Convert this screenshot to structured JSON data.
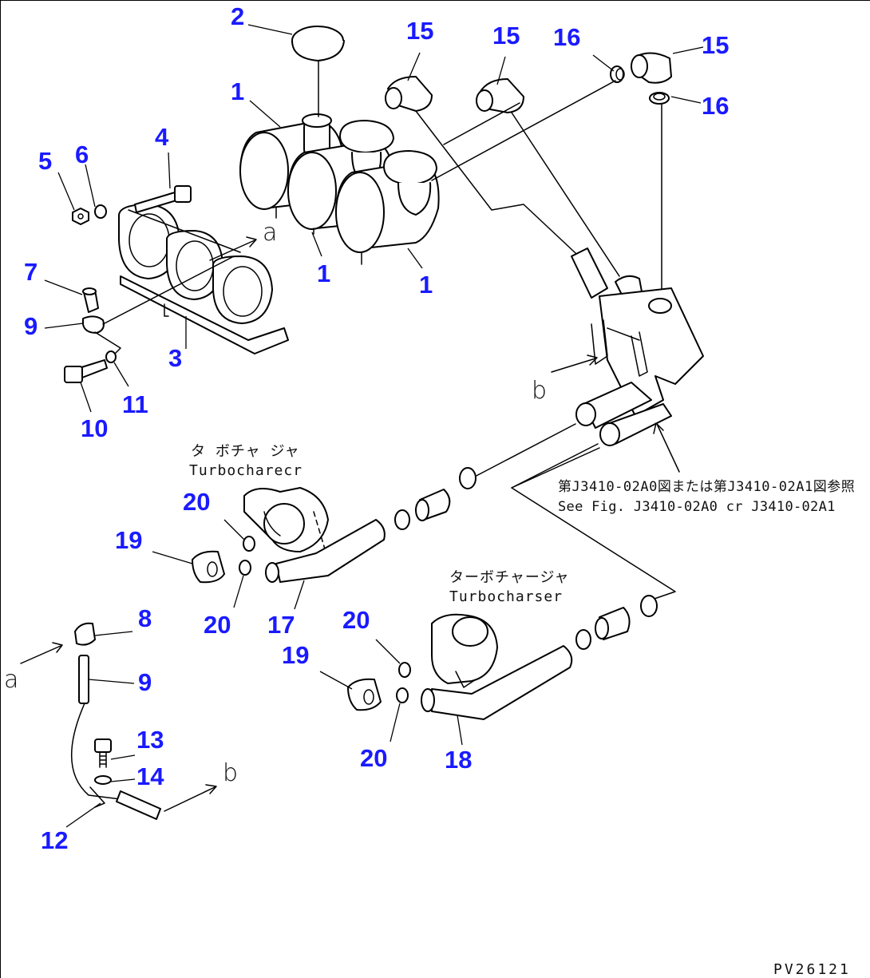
{
  "callouts": {
    "c1a": "1",
    "c1b": "1",
    "c1c": "1",
    "c2": "2",
    "c3": "3",
    "c4": "4",
    "c5": "5",
    "c6": "6",
    "c7": "7",
    "c8": "8",
    "c9a": "9",
    "c9b": "9",
    "c10": "10",
    "c11": "11",
    "c12": "12",
    "c13": "13",
    "c14": "14",
    "c15a": "15",
    "c15b": "15",
    "c15c": "15",
    "c16a": "16",
    "c16b": "16",
    "c17": "17",
    "c18": "18",
    "c19a": "19",
    "c19b": "19",
    "c20a": "20",
    "c20b": "20",
    "c20c": "20",
    "c20d": "20"
  },
  "notes": {
    "turbo_jp_1": "タ ボチャ ジャ",
    "turbo_en_1": "Turbocharecr",
    "turbo_jp_2": "ターボチャージャ",
    "turbo_en_2": "Turbocharser",
    "ref_jp": "第J3410-02A0図または第J3410-02A1図参照",
    "ref_en": "See Fig. J3410-02A0 cr J3410-02A1"
  },
  "markers": {
    "a_top": "a",
    "a_left": "a",
    "b_bottom": "b",
    "b_right": "b"
  },
  "drawing_code": "PV26121",
  "colors": {
    "callout": "#1a1aff",
    "line": "#000000"
  }
}
